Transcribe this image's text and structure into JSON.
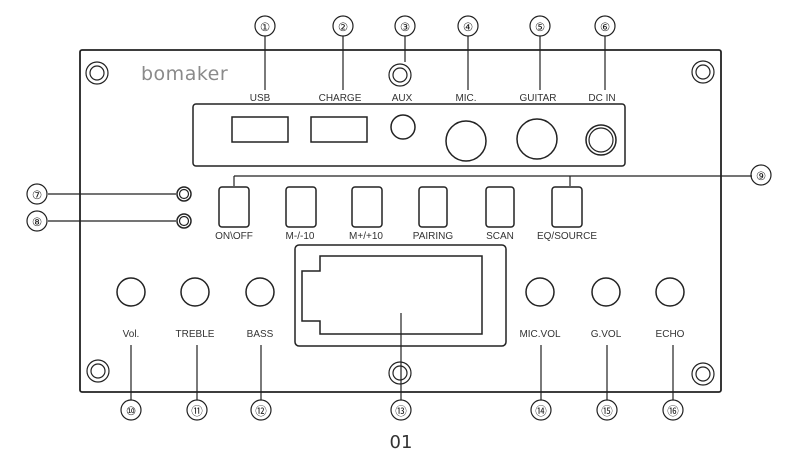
{
  "brand": "bomaker",
  "page_number": "01",
  "callouts": [
    "①",
    "②",
    "③",
    "④",
    "⑤",
    "⑥",
    "⑦",
    "⑧",
    "⑨",
    "⑩",
    "⑪",
    "⑫",
    "⑬",
    "⑭",
    "⑮",
    "⑯"
  ],
  "ports": [
    "USB",
    "CHARGE",
    "AUX",
    "MIC.",
    "GUITAR",
    "DC IN"
  ],
  "buttons": [
    "ON\\OFF",
    "M-/-10",
    "M+/+10",
    "PAIRING",
    "SCAN",
    "EQ/SOURCE"
  ],
  "knobs_left": [
    "Vol.",
    "TREBLE",
    "BASS"
  ],
  "knobs_right": [
    "MIC.VOL",
    "G.VOL",
    "ECHO"
  ]
}
